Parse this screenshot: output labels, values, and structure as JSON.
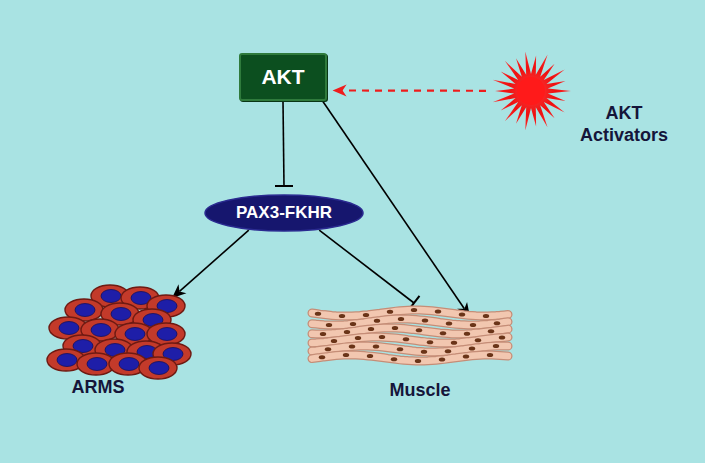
{
  "diagram": {
    "nodes": [
      {
        "text": [
          "AKT"
        ]
      },
      {
        "text": [
          "AKT Activators"
        ]
      },
      {
        "text": [
          "PAX3-FKHR"
        ]
      },
      {
        "text": [
          "ARMS"
        ]
      },
      {
        "text": [
          "Muscle"
        ]
      }
    ],
    "edges": [
      {
        "from": 1,
        "to": 0,
        "arrow": "to"
      },
      {
        "from": 0,
        "to": 2,
        "arrow": "to"
      },
      {
        "from": 0,
        "to": 4,
        "arrow": "to"
      },
      {
        "from": 2,
        "to": 3,
        "arrow": "to"
      },
      {
        "from": 2,
        "to": 4,
        "arrow": "to"
      }
    ]
  }
}
